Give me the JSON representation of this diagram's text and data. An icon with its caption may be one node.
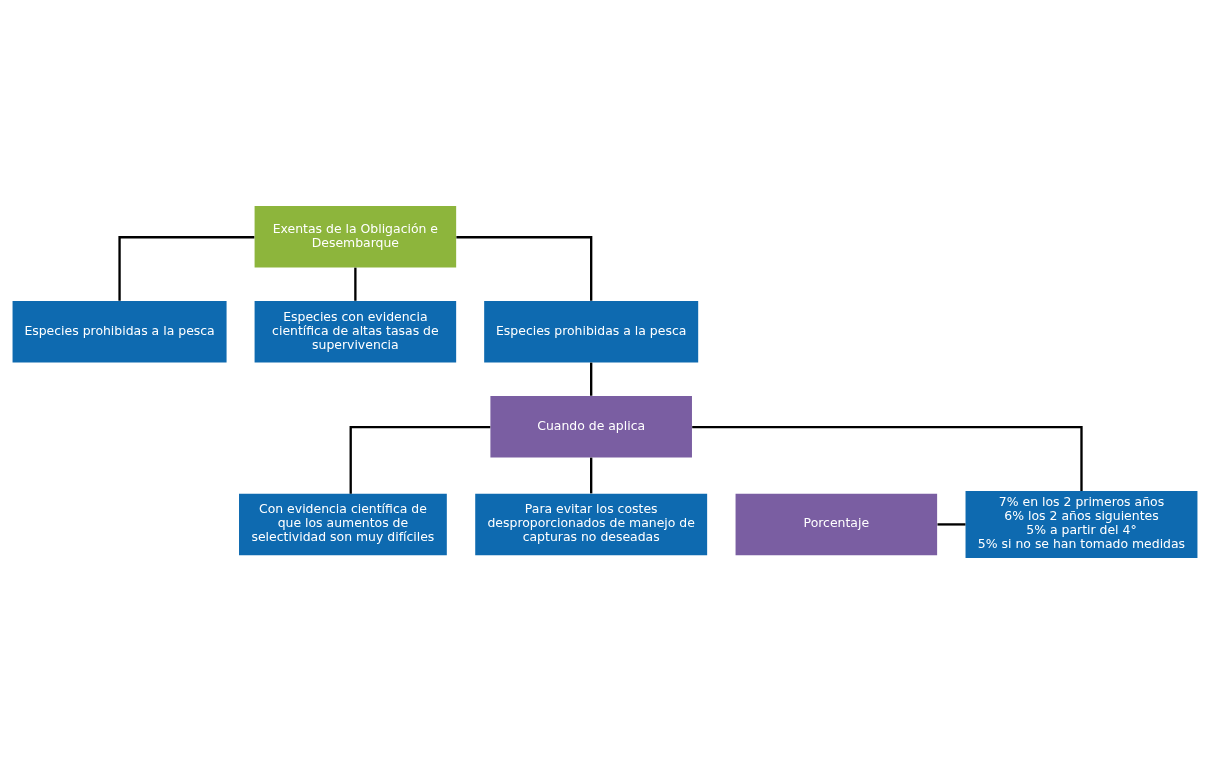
{
  "diagram": {
    "nodes": [
      {
        "text": [
          "Exentas de la Obligación e Desembarque"
        ]
      },
      {
        "text": [
          "Especies prohibidas a la pesca"
        ]
      },
      {
        "text": [
          "Especies con evidencia científica de altas tasas de supervivencia"
        ]
      },
      {
        "text": [
          "Especies prohibidas a la pesca"
        ]
      },
      {
        "text": [
          "Cuando de aplica"
        ]
      },
      {
        "text": [
          "Con evidencia científica de que los aumentos de selectividad son muy difíciles"
        ]
      },
      {
        "text": [
          "Para evitar los costes desproporcionados de manejo de capturas no deseadas"
        ]
      },
      {
        "text": [
          "Porcentaje"
        ]
      },
      {
        "text": [
          "7% en los 2 primeros años",
          "6% los 2 años siguientes",
          "5% a partir del 4°",
          "5% si no se han tomado medidas"
        ]
      }
    ],
    "edges": [
      {
        "from": 0,
        "to": 1,
        "arrow": "none"
      },
      {
        "from": 0,
        "to": 2,
        "arrow": "none"
      },
      {
        "from": 0,
        "to": 3,
        "arrow": "none"
      },
      {
        "from": 3,
        "to": 4,
        "arrow": "none"
      },
      {
        "from": 4,
        "to": 5,
        "arrow": "none"
      },
      {
        "from": 4,
        "to": 6,
        "arrow": "none"
      },
      {
        "from": 4,
        "to": 8,
        "arrow": "none"
      },
      {
        "from": 7,
        "to": 8,
        "arrow": "none"
      }
    ]
  }
}
